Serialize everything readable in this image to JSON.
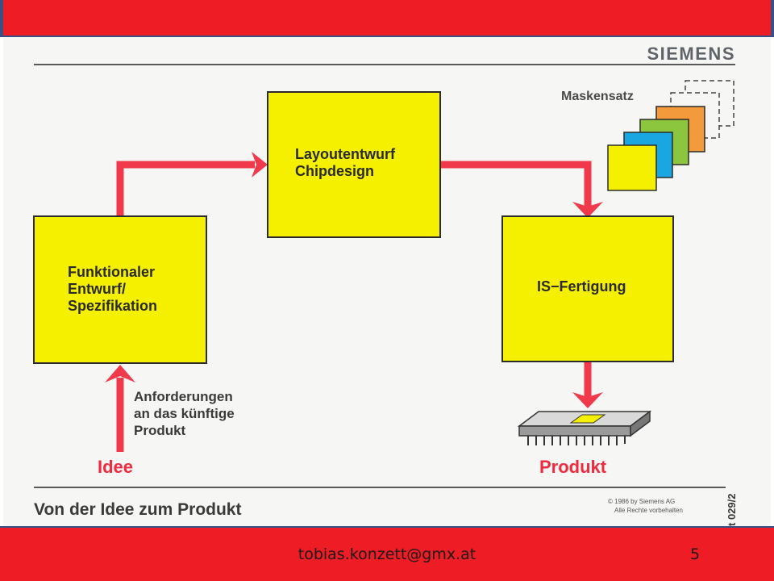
{
  "brand": "SIEMENS",
  "boxes": {
    "functional": [
      "Funktionaler",
      "Entwurf/",
      "Spezifikation"
    ],
    "layout": [
      "Layoutentwurf",
      "Chipdesign"
    ],
    "fab": "IS−Fertigung"
  },
  "mask_label": "Maskensatz",
  "requirements": [
    "Anforderungen",
    "an das künftige",
    "Produkt"
  ],
  "idea": "Idee",
  "product": "Produkt",
  "slide_title": "Von der Idee zum Produkt",
  "copyright": [
    "© 1986 by Siemens AG",
    "Alle Rechte vorbehalten"
  ],
  "doc_code": "t 029/2",
  "footer": {
    "email": "tobias.konzett@gmx.at",
    "page": "5"
  },
  "colors": {
    "red": "#ee1c25",
    "yellow": "#f4f000",
    "arrow": "#f0394a",
    "orange": "#f39a3c",
    "green": "#8cc63e",
    "blue": "#1aa6e0"
  }
}
